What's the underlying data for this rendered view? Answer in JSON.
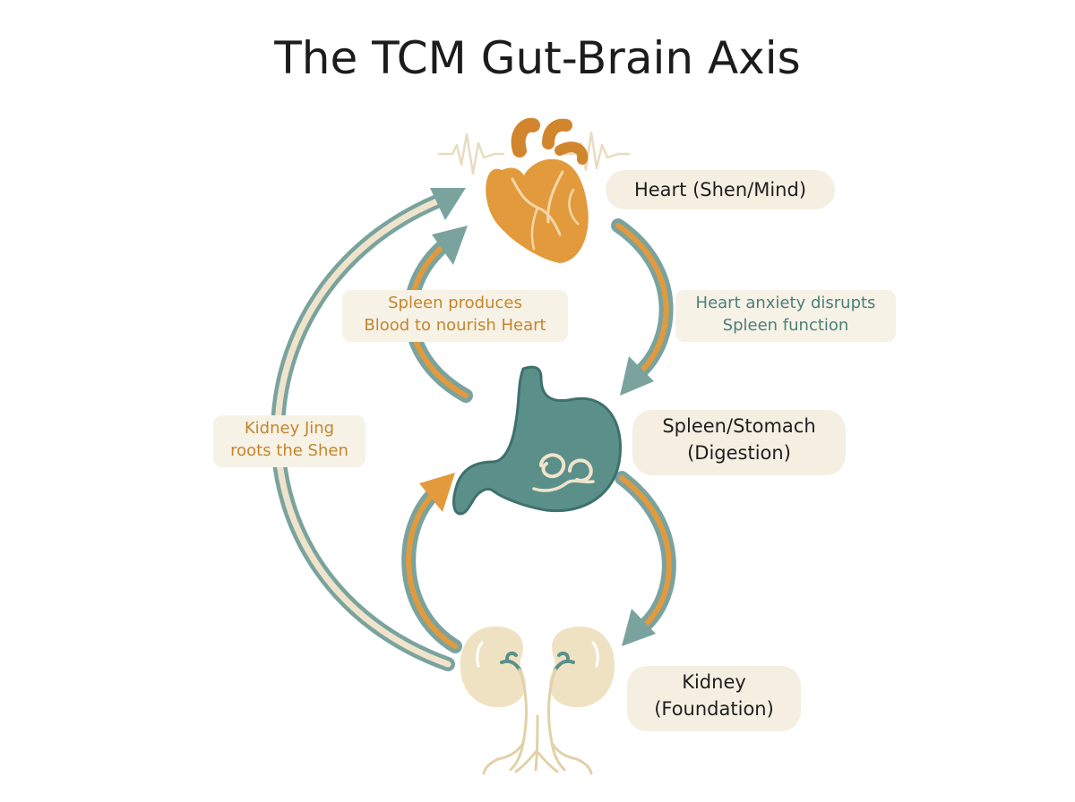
{
  "title": "The TCM Gut-Brain Axis",
  "colors": {
    "heart": "#e39a3c",
    "heart_dark": "#c67c27",
    "stomach": "#5b8f89",
    "stomach_dark": "#3f716c",
    "kidney": "#efe2c3",
    "kidney_line": "#e2d1a8",
    "arrow_orange": "#e39a3c",
    "arrow_teal": "#7aa39e",
    "arrow_cream": "#efe4cb",
    "label_bg": "#f5efe2",
    "text": "#1f1f1f"
  },
  "organs": {
    "heart": {
      "icon": "heart-icon",
      "label_lines": [
        "Heart (Shen/Mind)"
      ]
    },
    "stomach": {
      "icon": "stomach-icon",
      "label_lines": [
        "Spleen/Stomach",
        "(Digestion)"
      ]
    },
    "kidney": {
      "icon": "kidneys-icon",
      "label_lines": [
        "Kidney",
        "(Foundation)"
      ]
    }
  },
  "annotations": {
    "spleen_blood": [
      "Spleen produces",
      "Blood to nourish Heart"
    ],
    "heart_anxiety": [
      "Heart anxiety disrupts",
      "Spleen function"
    ],
    "kidney_jing": [
      "Kidney Jing",
      "roots the Shen"
    ]
  }
}
